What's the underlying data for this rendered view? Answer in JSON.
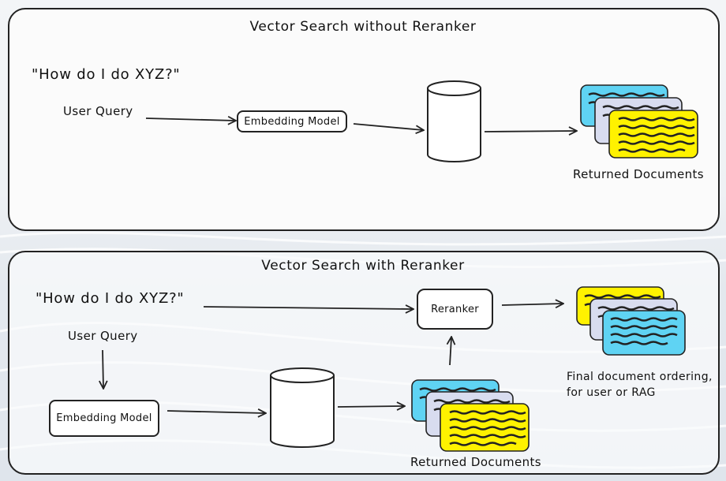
{
  "top_section": {
    "title": "Vector Search without Reranker",
    "quote": "\"How do I do XYZ?\"",
    "user_query": "User Query",
    "embedding_model": "Embedding Model",
    "vector_db": "Vector Db",
    "returned_documents": "Returned Documents"
  },
  "bottom_section": {
    "title": "Vector Search with Reranker",
    "quote": "\"How do I do XYZ?\"",
    "user_query": "User Query",
    "embedding_model": "Embedding Model",
    "vector_db": "Vector Db",
    "reranker": "Reranker",
    "returned_documents": "Returned Documents",
    "final_ordering_line1": "Final document ordering,",
    "final_ordering_line2": "for user or RAG"
  },
  "colors": {
    "doc_blue": "#5fd3f3",
    "doc_gray": "#d8dcef",
    "doc_yellow": "#fff200",
    "stroke": "#222222"
  },
  "icons": [
    "document-stack-icon",
    "database-cylinder-icon",
    "arrow-icon"
  ]
}
